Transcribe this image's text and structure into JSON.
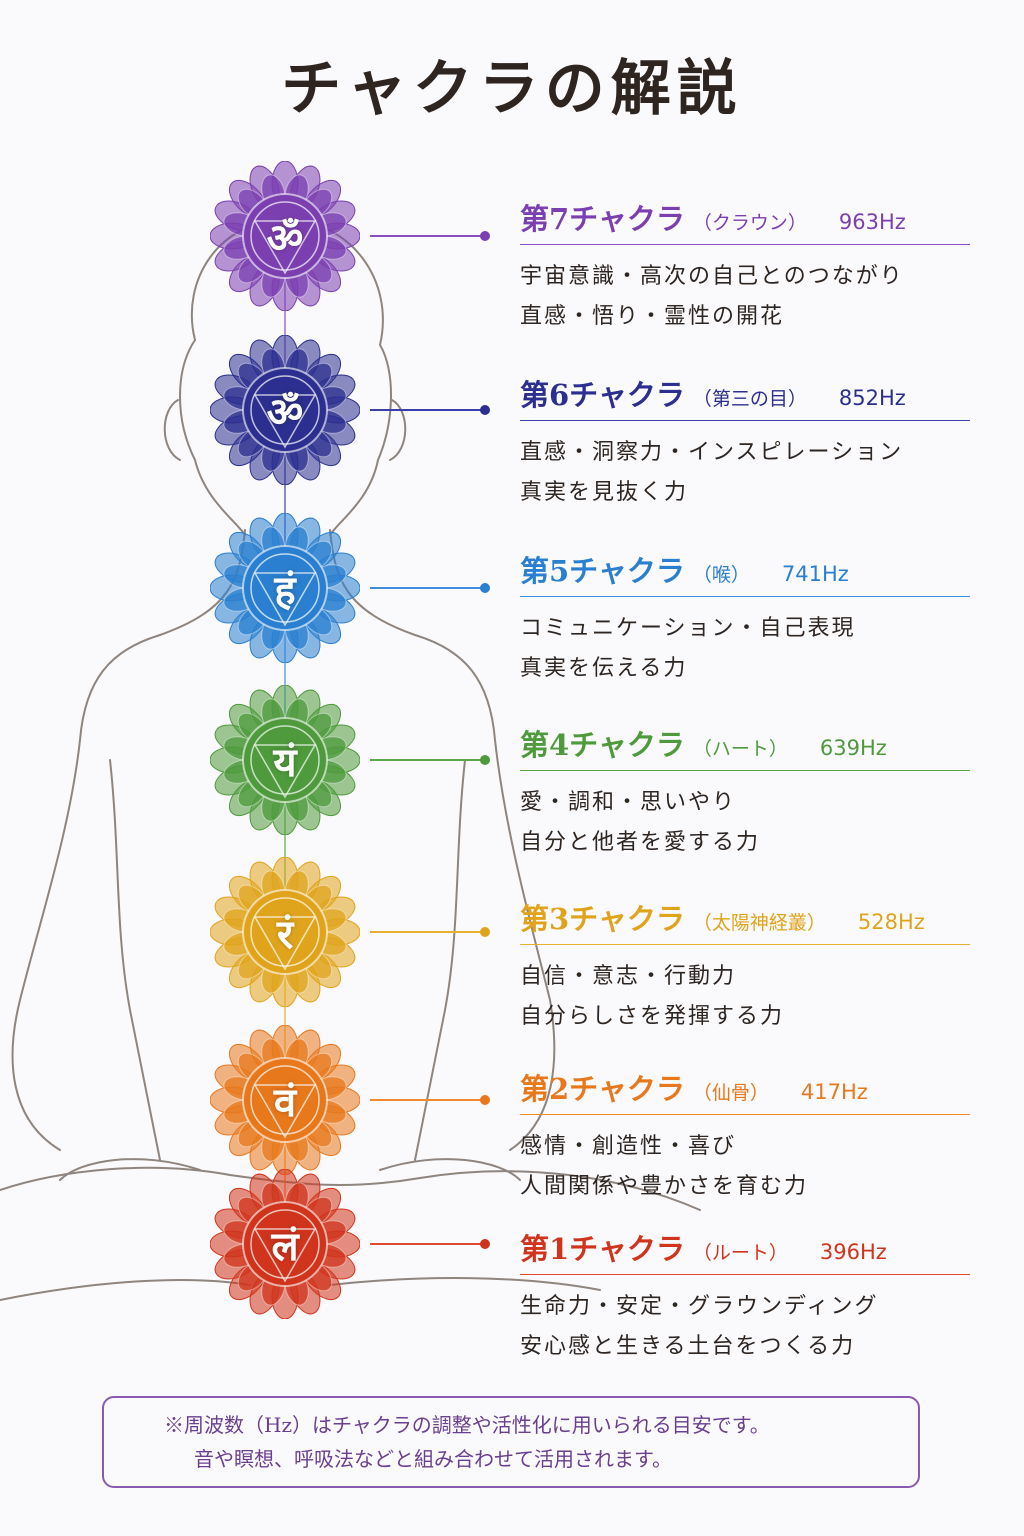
{
  "title": "チャクラの解説",
  "chakras": [
    {
      "id": 7,
      "name": "第7チャクラ",
      "sub": "（クラウン）",
      "hz": "963Hz",
      "color": "#7b3fb0",
      "line": "#8a4fc0",
      "glyph": "ॐ",
      "desc": [
        "宇宙意識・高次の自己とのつながり",
        "直感・悟り・霊性の開花"
      ]
    },
    {
      "id": 6,
      "name": "第6チャクラ",
      "sub": "（第三の目）",
      "hz": "852Hz",
      "color": "#2c2f8f",
      "line": "#3b3fa8",
      "glyph": "ॐ",
      "desc": [
        "直感・洞察力・インスピレーション",
        "真実を見抜く力"
      ]
    },
    {
      "id": 5,
      "name": "第5チャクラ",
      "sub": "（喉）",
      "hz": "741Hz",
      "color": "#2a7fd0",
      "line": "#3f8fe0",
      "glyph": "हं",
      "desc": [
        "コミュニケーション・自己表現",
        "真実を伝える力"
      ]
    },
    {
      "id": 4,
      "name": "第4チャクラ",
      "sub": "（ハート）",
      "hz": "639Hz",
      "color": "#4e9a3c",
      "line": "#5aa84a",
      "glyph": "यं",
      "desc": [
        "愛・調和・思いやり",
        "自分と他者を愛する力"
      ]
    },
    {
      "id": 3,
      "name": "第3チャクラ",
      "sub": "（太陽神経叢）",
      "hz": "528Hz",
      "color": "#e0a41c",
      "line": "#e8b030",
      "glyph": "रं",
      "desc": [
        "自信・意志・行動力",
        "自分らしさを発揮する力"
      ]
    },
    {
      "id": 2,
      "name": "第2チャクラ",
      "sub": "（仙骨）",
      "hz": "417Hz",
      "color": "#e8781c",
      "line": "#ef8a30",
      "glyph": "वं",
      "desc": [
        "感情・創造性・喜び",
        "人間関係や豊かさを育む力"
      ]
    },
    {
      "id": 1,
      "name": "第1チャクラ",
      "sub": "（ルート）",
      "hz": "396Hz",
      "color": "#d0341c",
      "line": "#dc4a30",
      "glyph": "लं",
      "desc": [
        "生命力・安定・グラウンディング",
        "安心感と生きる土台をつくる力"
      ]
    }
  ],
  "footnote": {
    "line1": "※周波数（Hz）はチャクラの調整や活性化に用いられる目安です。",
    "line2": "音や瞑想、呼吸法などと組み合わせて活用されます。"
  }
}
